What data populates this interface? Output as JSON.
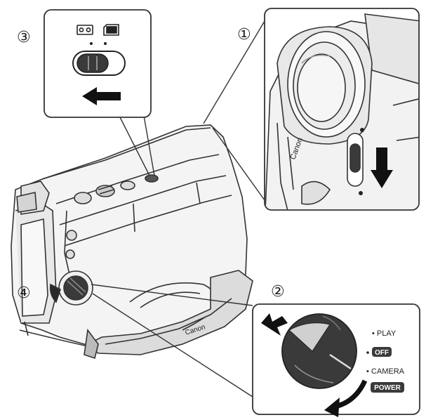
{
  "callouts": {
    "step1": "①",
    "step2": "②",
    "step3": "③",
    "step4": "④"
  },
  "camera": {
    "brand": "Canon"
  },
  "dial": {
    "play": "• PLAY",
    "off": "OFF",
    "camera": "• CAMERA",
    "power": "POWER"
  },
  "icons": {
    "tape": "tape-icon",
    "card": "memory-card-icon",
    "push_arrow": "arrow-icon"
  },
  "colors": {
    "line": "#333333",
    "fill_dark": "#3a3a3a",
    "fill_light": "#f2f2f2",
    "shade": "#cfcfcf"
  }
}
